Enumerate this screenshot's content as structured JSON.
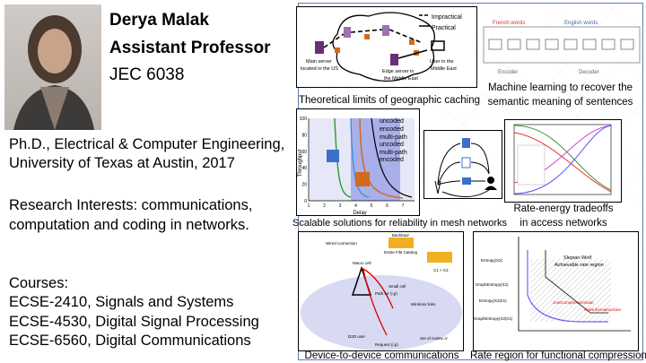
{
  "profile": {
    "name": "Derya Malak",
    "title": "Assistant Professor",
    "office": "JEC 6038"
  },
  "education": {
    "line1": "Ph.D., Electrical & Computer Engineering,",
    "line2": "University of Texas at Austin, 2017"
  },
  "research": {
    "line1": "Research Interests: communications,",
    "line2": "computation and coding in networks."
  },
  "courses": {
    "heading": "Courses:",
    "items": [
      "ECSE-2410, Signals and Systems",
      "ECSE-4530, Digital Signal Processing",
      "ECSE-6560, Digital Communications"
    ]
  },
  "figures": {
    "caching": {
      "caption": "Theoretical limits of geographic caching",
      "legend": [
        "Impractical",
        "Practical"
      ],
      "labels": [
        "Main server",
        "located in the US",
        "Edge server in",
        "the Middle East",
        "User in the",
        "Middle East"
      ]
    },
    "seq2seq": {
      "caption1": "Machine learning to recover the",
      "caption2": "semantic meaning of sentences",
      "french": "French words",
      "english": "English words",
      "encoder": "Encoder",
      "decoder": "Decoder"
    },
    "mesh": {
      "caption": "Scalable solutions for reliability in mesh networks",
      "xlabel": "Delay",
      "ylabel": "Throughput",
      "xticks": [
        "1",
        "2",
        "3",
        "4",
        "5",
        "6",
        "7"
      ],
      "yticks": [
        "0",
        "20",
        "40",
        "60",
        "80",
        "100"
      ],
      "legend": [
        "uncoded",
        "encoded",
        "multi-path uncoded",
        "multi-path encoded"
      ],
      "colors": [
        "#000000",
        "#d2691e",
        "#3b8fd6",
        "#3c9a3c"
      ]
    },
    "rate_energy": {
      "caption1": "Rate-energy tradeoffs",
      "caption2": "in access networks"
    },
    "d2d": {
      "caption": "Device-to-device communications",
      "labels": [
        "Wired connection",
        "Backhaul",
        "Entire File Catalog",
        "Macro cell",
        "Small cell",
        "D2D user",
        "Wireless links",
        "Set of nodes=V",
        "Path for (i,p)",
        "Request (i,p)",
        "C1 > C2"
      ]
    },
    "rate_region": {
      "caption": "Rate region for functional compression",
      "labels": [
        "Slepian-Wolf",
        "Achievable rate region",
        "Entropy(X2)",
        "GraphEntropy(X2)",
        "Entropy(X2|X1)",
        "GraphEntropy(X2|X1)",
        "JointCompressionGain",
        "SideInformationGain"
      ]
    }
  }
}
